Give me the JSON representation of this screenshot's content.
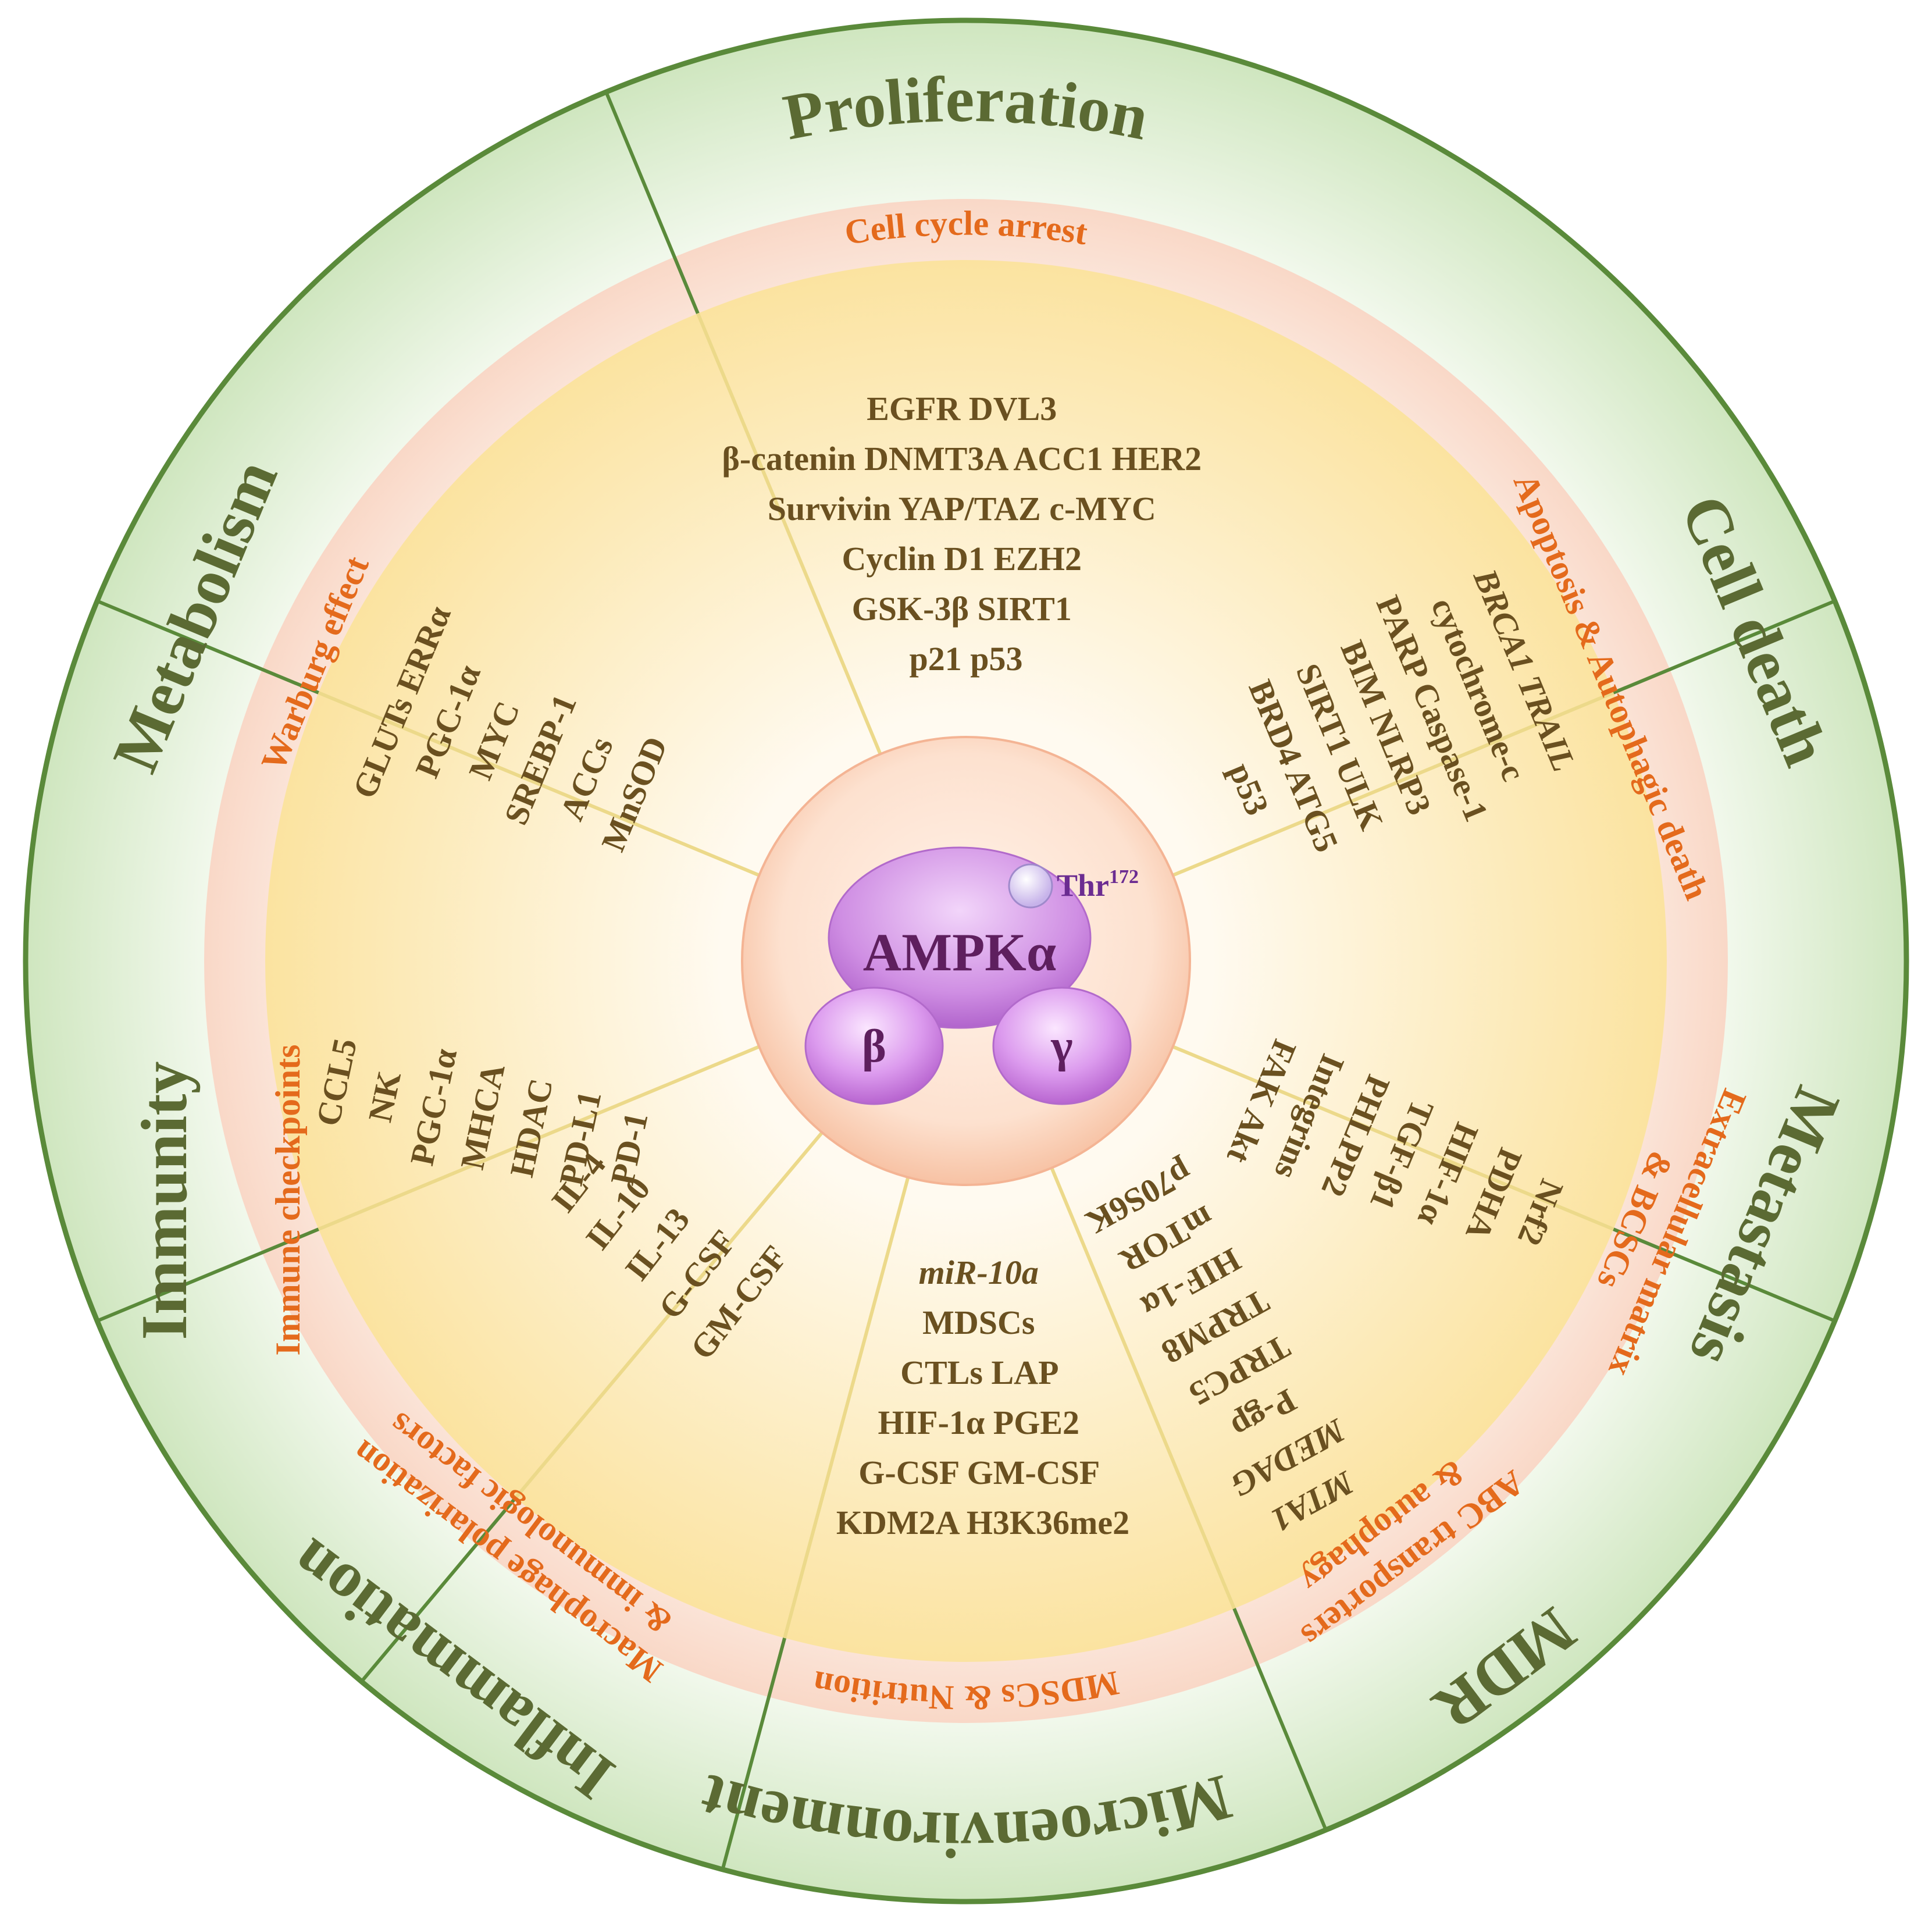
{
  "center": {
    "main_subunit": "AMPKα",
    "beta_subunit": "β",
    "gamma_subunit": "γ",
    "phospho_site": "Thr",
    "phospho_site_number": "172"
  },
  "colors": {
    "outer_ring": "#dbedcf",
    "middle_ring": "#fbe2d6",
    "inner_disc": "#fbe9b4",
    "center_disc": "#fcd7c2",
    "category_text": "#5b6a33",
    "subtitle_text": "#e46a1c",
    "molecule_text": "#6a5020",
    "ampk_subunit": "#c77fdc",
    "thr_label": "#6b2c91"
  },
  "sectors": [
    {
      "category": "Proliferation",
      "subtitle": "Cell cycle arrest",
      "molecules": [
        "EGFR   DVL3",
        "β-catenin   DNMT3A   ACC1   HER2",
        "Survivin   YAP/TAZ   c-MYC",
        "Cyclin D1   EZH2",
        "GSK-3β   SIRT1",
        "p21  p53"
      ]
    },
    {
      "category": "Cell death",
      "subtitle": "Apoptosis & Autophagic death",
      "molecules": [
        "BRCA1   TRAIL",
        "cytochrome-c",
        "PARP   Caspase-1",
        "BIM   NLRP3",
        "SIRT1   ULK",
        "BRD4   ATG5",
        "p53"
      ]
    },
    {
      "category": "Metastasis",
      "subtitle_lines": [
        "Extracellular matrix",
        "& BCSCs"
      ],
      "molecules": [
        "Nrf2",
        "PDHA",
        "HIF-1α",
        "TGF-β1",
        "PHLPP2",
        "Integrins",
        "FAK   Akt"
      ]
    },
    {
      "category": "MDR",
      "subtitle_lines": [
        "ABC transporters",
        "& autophagy"
      ],
      "molecules": [
        "MTA1",
        "MEDAG",
        "P-gp",
        "TRPC5",
        "TRPM8",
        "HIF-1α",
        "mTOR",
        "p70S6K"
      ]
    },
    {
      "category": "Microenvironment",
      "subtitle": "MDSCs & Nutrition",
      "molecules": [
        "miR-10a",
        "MDSCs",
        "CTLs   LAP",
        "HIF-1α   PGE2",
        "G-CSF   GM-CSF",
        "KDM2A   H3K36me2"
      ]
    },
    {
      "category": "Inflammation",
      "subtitle_lines": [
        "Macrophage polarization",
        "& immunologic factors"
      ],
      "molecules": [
        "IL-4",
        "IL-10",
        "IL-13",
        "G-CSF",
        "GM-CSF"
      ]
    },
    {
      "category": "Immunity",
      "subtitle": "Immune checkpoints",
      "molecules": [
        "PD-1",
        "PD-L1",
        "HDAC",
        "MHCA",
        "PGC-1α",
        "NK",
        "CCL5"
      ]
    },
    {
      "category": "Metabolism",
      "subtitle": "Warburg effect",
      "molecules": [
        "GLUTs   ERRα",
        "PGC-1α",
        "MYC",
        "SREBP-1",
        "ACCs",
        "MnSOD"
      ]
    }
  ]
}
